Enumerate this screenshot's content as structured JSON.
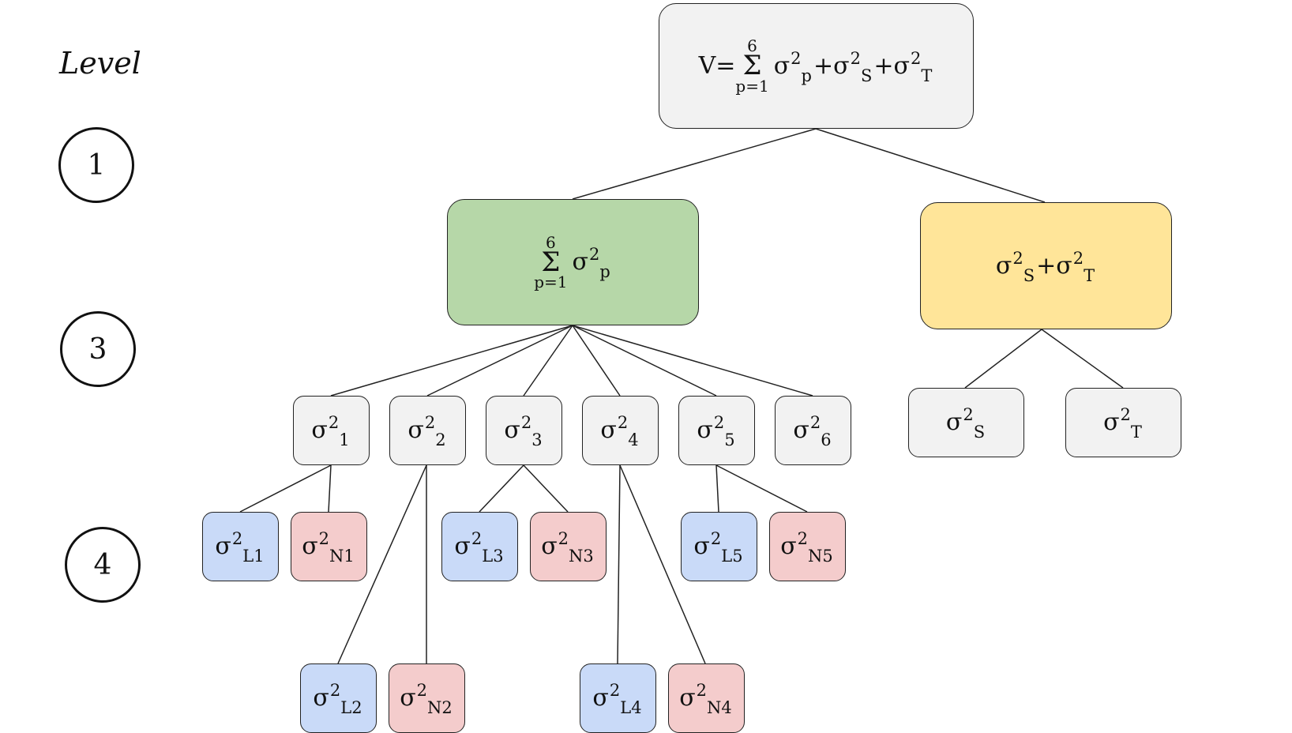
{
  "levels": {
    "title": "Level",
    "items": [
      "1",
      "3",
      "4"
    ]
  },
  "root": {
    "v_prefix": "V=",
    "sum_upper": "6",
    "sum_symbol": "Σ",
    "sum_lower": "p=1",
    "sigma": "σ",
    "sup": "2",
    "sub_p": "p",
    "plus": "+",
    "sub_s": "S",
    "sub_t": "T"
  },
  "green_node": {
    "sum_upper": "6",
    "sum_symbol": "Σ",
    "sum_lower": "p=1",
    "sigma": "σ",
    "sup": "2",
    "sub": "p"
  },
  "yellow_node": {
    "sigma": "σ",
    "sup": "2",
    "sub_s": "S",
    "plus": "+",
    "sub_t": "T"
  },
  "process_nodes": [
    {
      "sigma": "σ",
      "sup": "2",
      "sub": "1"
    },
    {
      "sigma": "σ",
      "sup": "2",
      "sub": "2"
    },
    {
      "sigma": "σ",
      "sup": "2",
      "sub": "3"
    },
    {
      "sigma": "σ",
      "sup": "2",
      "sub": "4"
    },
    {
      "sigma": "σ",
      "sup": "2",
      "sub": "5"
    },
    {
      "sigma": "σ",
      "sup": "2",
      "sub": "6"
    }
  ],
  "st_nodes": [
    {
      "sigma": "σ",
      "sup": "2",
      "sub": "S"
    },
    {
      "sigma": "σ",
      "sup": "2",
      "sub": "T"
    }
  ],
  "leaf_nodes": [
    {
      "sigma": "σ",
      "sup": "2",
      "sub": "L1"
    },
    {
      "sigma": "σ",
      "sup": "2",
      "sub": "N1"
    },
    {
      "sigma": "σ",
      "sup": "2",
      "sub": "L3"
    },
    {
      "sigma": "σ",
      "sup": "2",
      "sub": "N3"
    },
    {
      "sigma": "σ",
      "sup": "2",
      "sub": "L5"
    },
    {
      "sigma": "σ",
      "sup": "2",
      "sub": "N5"
    },
    {
      "sigma": "σ",
      "sup": "2",
      "sub": "L2"
    },
    {
      "sigma": "σ",
      "sup": "2",
      "sub": "N2"
    },
    {
      "sigma": "σ",
      "sup": "2",
      "sub": "L4"
    },
    {
      "sigma": "σ",
      "sup": "2",
      "sub": "N4"
    }
  ],
  "colors": {
    "grey": "#f2f2f2",
    "green": "#b6d7a8",
    "yellow": "#ffe599",
    "blue": "#c9daf8",
    "pink": "#f4cccc"
  }
}
